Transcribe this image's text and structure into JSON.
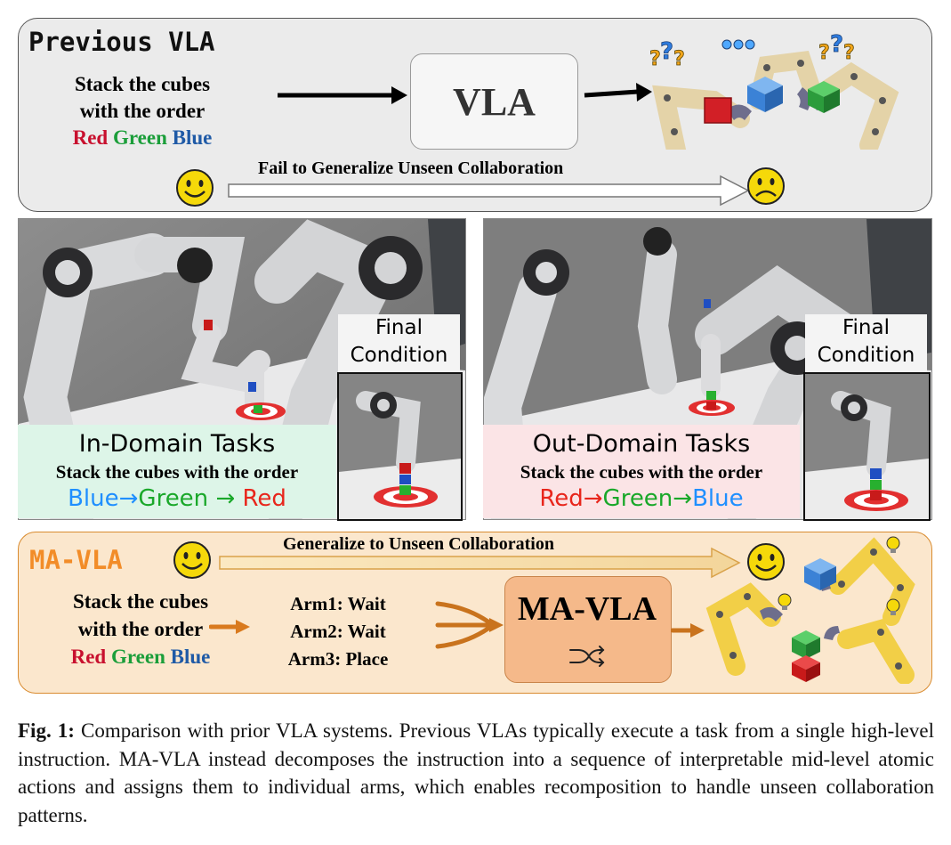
{
  "top": {
    "title": "Previous VLA",
    "instruction": [
      "Stack the cubes",
      "with the order"
    ],
    "order": [
      "Red",
      "Green",
      "Blue"
    ],
    "model_label": "VLA",
    "fail_text": "Fail to Generalize Unseen Collaboration"
  },
  "in_domain": {
    "final_label": [
      "Final",
      "Condition"
    ],
    "title": "In-Domain Tasks",
    "instruction": "Stack the cubes with the order",
    "order": [
      "Blue",
      "Green",
      "Red"
    ]
  },
  "out_domain": {
    "final_label": [
      "Final",
      "Condition"
    ],
    "title": "Out-Domain Tasks",
    "instruction": "Stack the cubes with the order",
    "order": [
      "Red",
      "Green",
      "Blue"
    ]
  },
  "bottom": {
    "title": "MA-VLA",
    "generalize_text": "Generalize to Unseen Collaboration",
    "instruction": [
      "Stack the cubes",
      "with the order"
    ],
    "order": [
      "Red",
      "Green",
      "Blue"
    ],
    "arms": [
      "Arm1: Wait",
      "Arm2: Wait",
      "Arm3: Place"
    ],
    "model_label": "MA-VLA"
  },
  "caption": {
    "label": "Fig. 1:",
    "text": " Comparison with prior VLA systems. Previous VLAs typically execute a task from a single high-level instruction. MA-VLA instead decomposes the instruction into a sequence of interpretable mid-level atomic actions and assigns them to individual arms, which enables recomposition to handle unseen collaboration patterns."
  },
  "colors": {
    "red": "#c8102e",
    "green": "#1b9e3a",
    "blue": "#1f5aa6",
    "bright_blue": "#1f8fff",
    "bright_green": "#1aa82a",
    "bright_red": "#e8261c",
    "orange": "#f28c28",
    "smiley": "#f5d90a"
  }
}
